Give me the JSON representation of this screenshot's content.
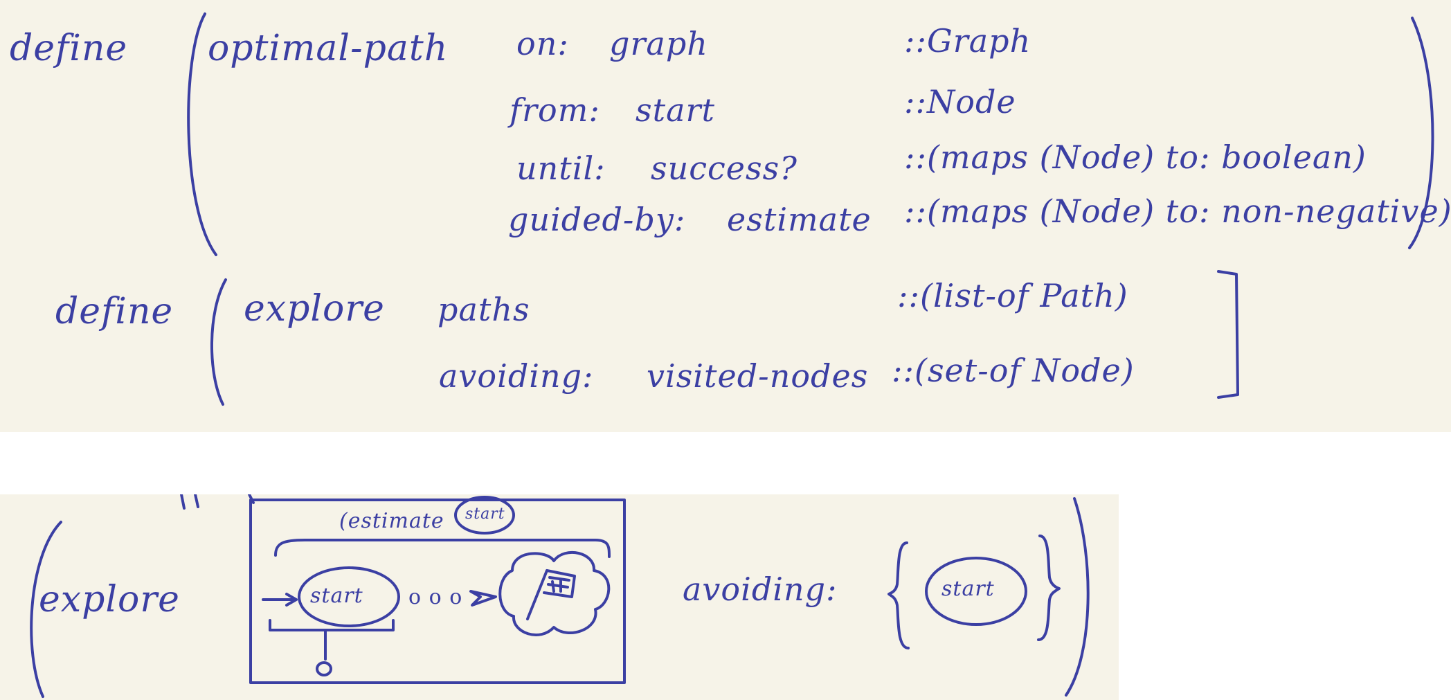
{
  "colors": {
    "paper": "#f6f3e8",
    "ink": "#3b3fa3",
    "background": "#ffffff"
  },
  "top": {
    "define_outer": "define",
    "fn_name": "optimal-path",
    "params": [
      {
        "keyword": "on:",
        "name": "graph",
        "type": "::Graph"
      },
      {
        "keyword": "from:",
        "name": "start",
        "type": "::Node"
      },
      {
        "keyword": "until:",
        "name": "success?",
        "type": "::(maps (Node) to: boolean)"
      },
      {
        "keyword": "guided-by:",
        "name": "estimate",
        "type": "::(maps (Node) to: non-negative)"
      }
    ],
    "define_inner": "define",
    "inner_fn": "explore",
    "inner_params": [
      {
        "keyword": "",
        "name": "paths",
        "type": "::(list-of Path)"
      },
      {
        "keyword": "avoiding:",
        "name": "visited-nodes",
        "type": "::(set-of Node)"
      }
    ]
  },
  "bottom": {
    "call": "explore",
    "estimate_label": "(estimate",
    "estimate_arg": "start",
    "path_start": "start",
    "ellipsis": "o o o",
    "avoiding_label": "avoiding:",
    "avoiding_set_item": "start"
  }
}
